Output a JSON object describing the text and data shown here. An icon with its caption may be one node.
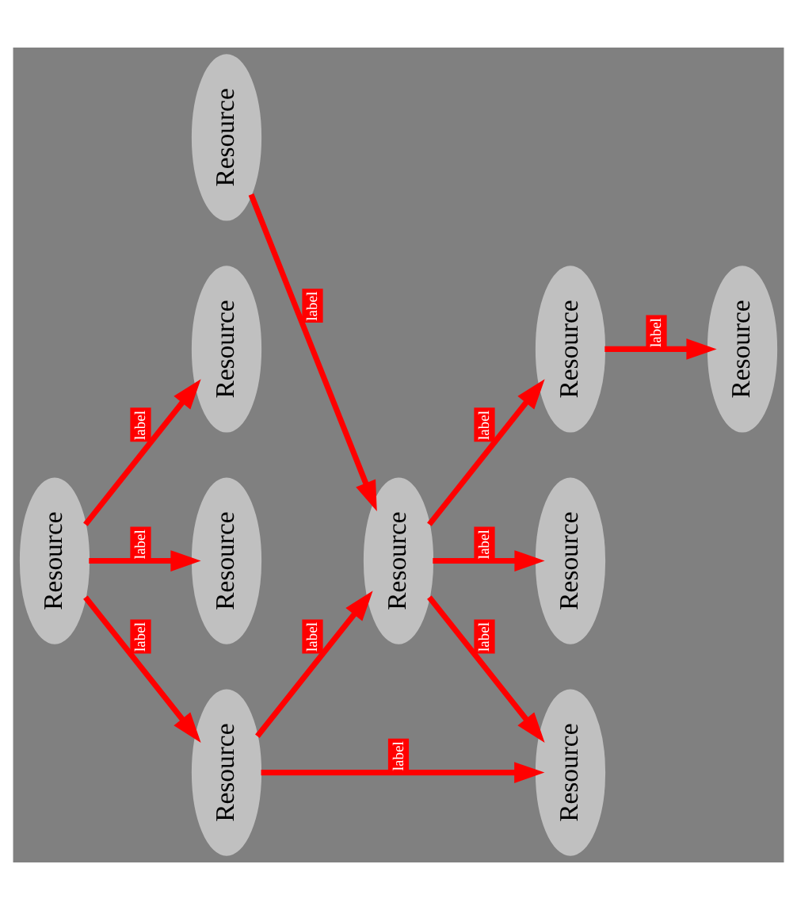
{
  "diagram": {
    "nodes": [
      {
        "text": [
          "Resource"
        ]
      },
      {
        "text": [
          "Resource"
        ]
      },
      {
        "text": [
          "Resource"
        ]
      },
      {
        "text": [
          "Resource"
        ]
      },
      {
        "text": [
          "Resource"
        ]
      },
      {
        "text": [
          "Resource"
        ]
      },
      {
        "text": [
          "Resource"
        ]
      },
      {
        "text": [
          "Resource"
        ]
      },
      {
        "text": [
          "Resource"
        ]
      },
      {
        "text": [
          "Resource"
        ]
      }
    ],
    "edges": [
      {
        "from": 0,
        "to": 1,
        "arrow": "to",
        "label": "label"
      },
      {
        "from": 0,
        "to": 3,
        "arrow": "to",
        "label": "label"
      },
      {
        "from": 0,
        "to": 4,
        "arrow": "to",
        "label": "label"
      },
      {
        "from": 2,
        "to": 5,
        "arrow": "to",
        "label": "label"
      },
      {
        "from": 4,
        "to": 5,
        "arrow": "to",
        "label": "label"
      },
      {
        "from": 4,
        "to": 8,
        "arrow": "to",
        "label": "label"
      },
      {
        "from": 5,
        "to": 6,
        "arrow": "to",
        "label": "label"
      },
      {
        "from": 5,
        "to": 7,
        "arrow": "to",
        "label": "label"
      },
      {
        "from": 5,
        "to": 8,
        "arrow": "to",
        "label": "label"
      },
      {
        "from": 6,
        "to": 9,
        "arrow": "to",
        "label": "label"
      }
    ]
  }
}
